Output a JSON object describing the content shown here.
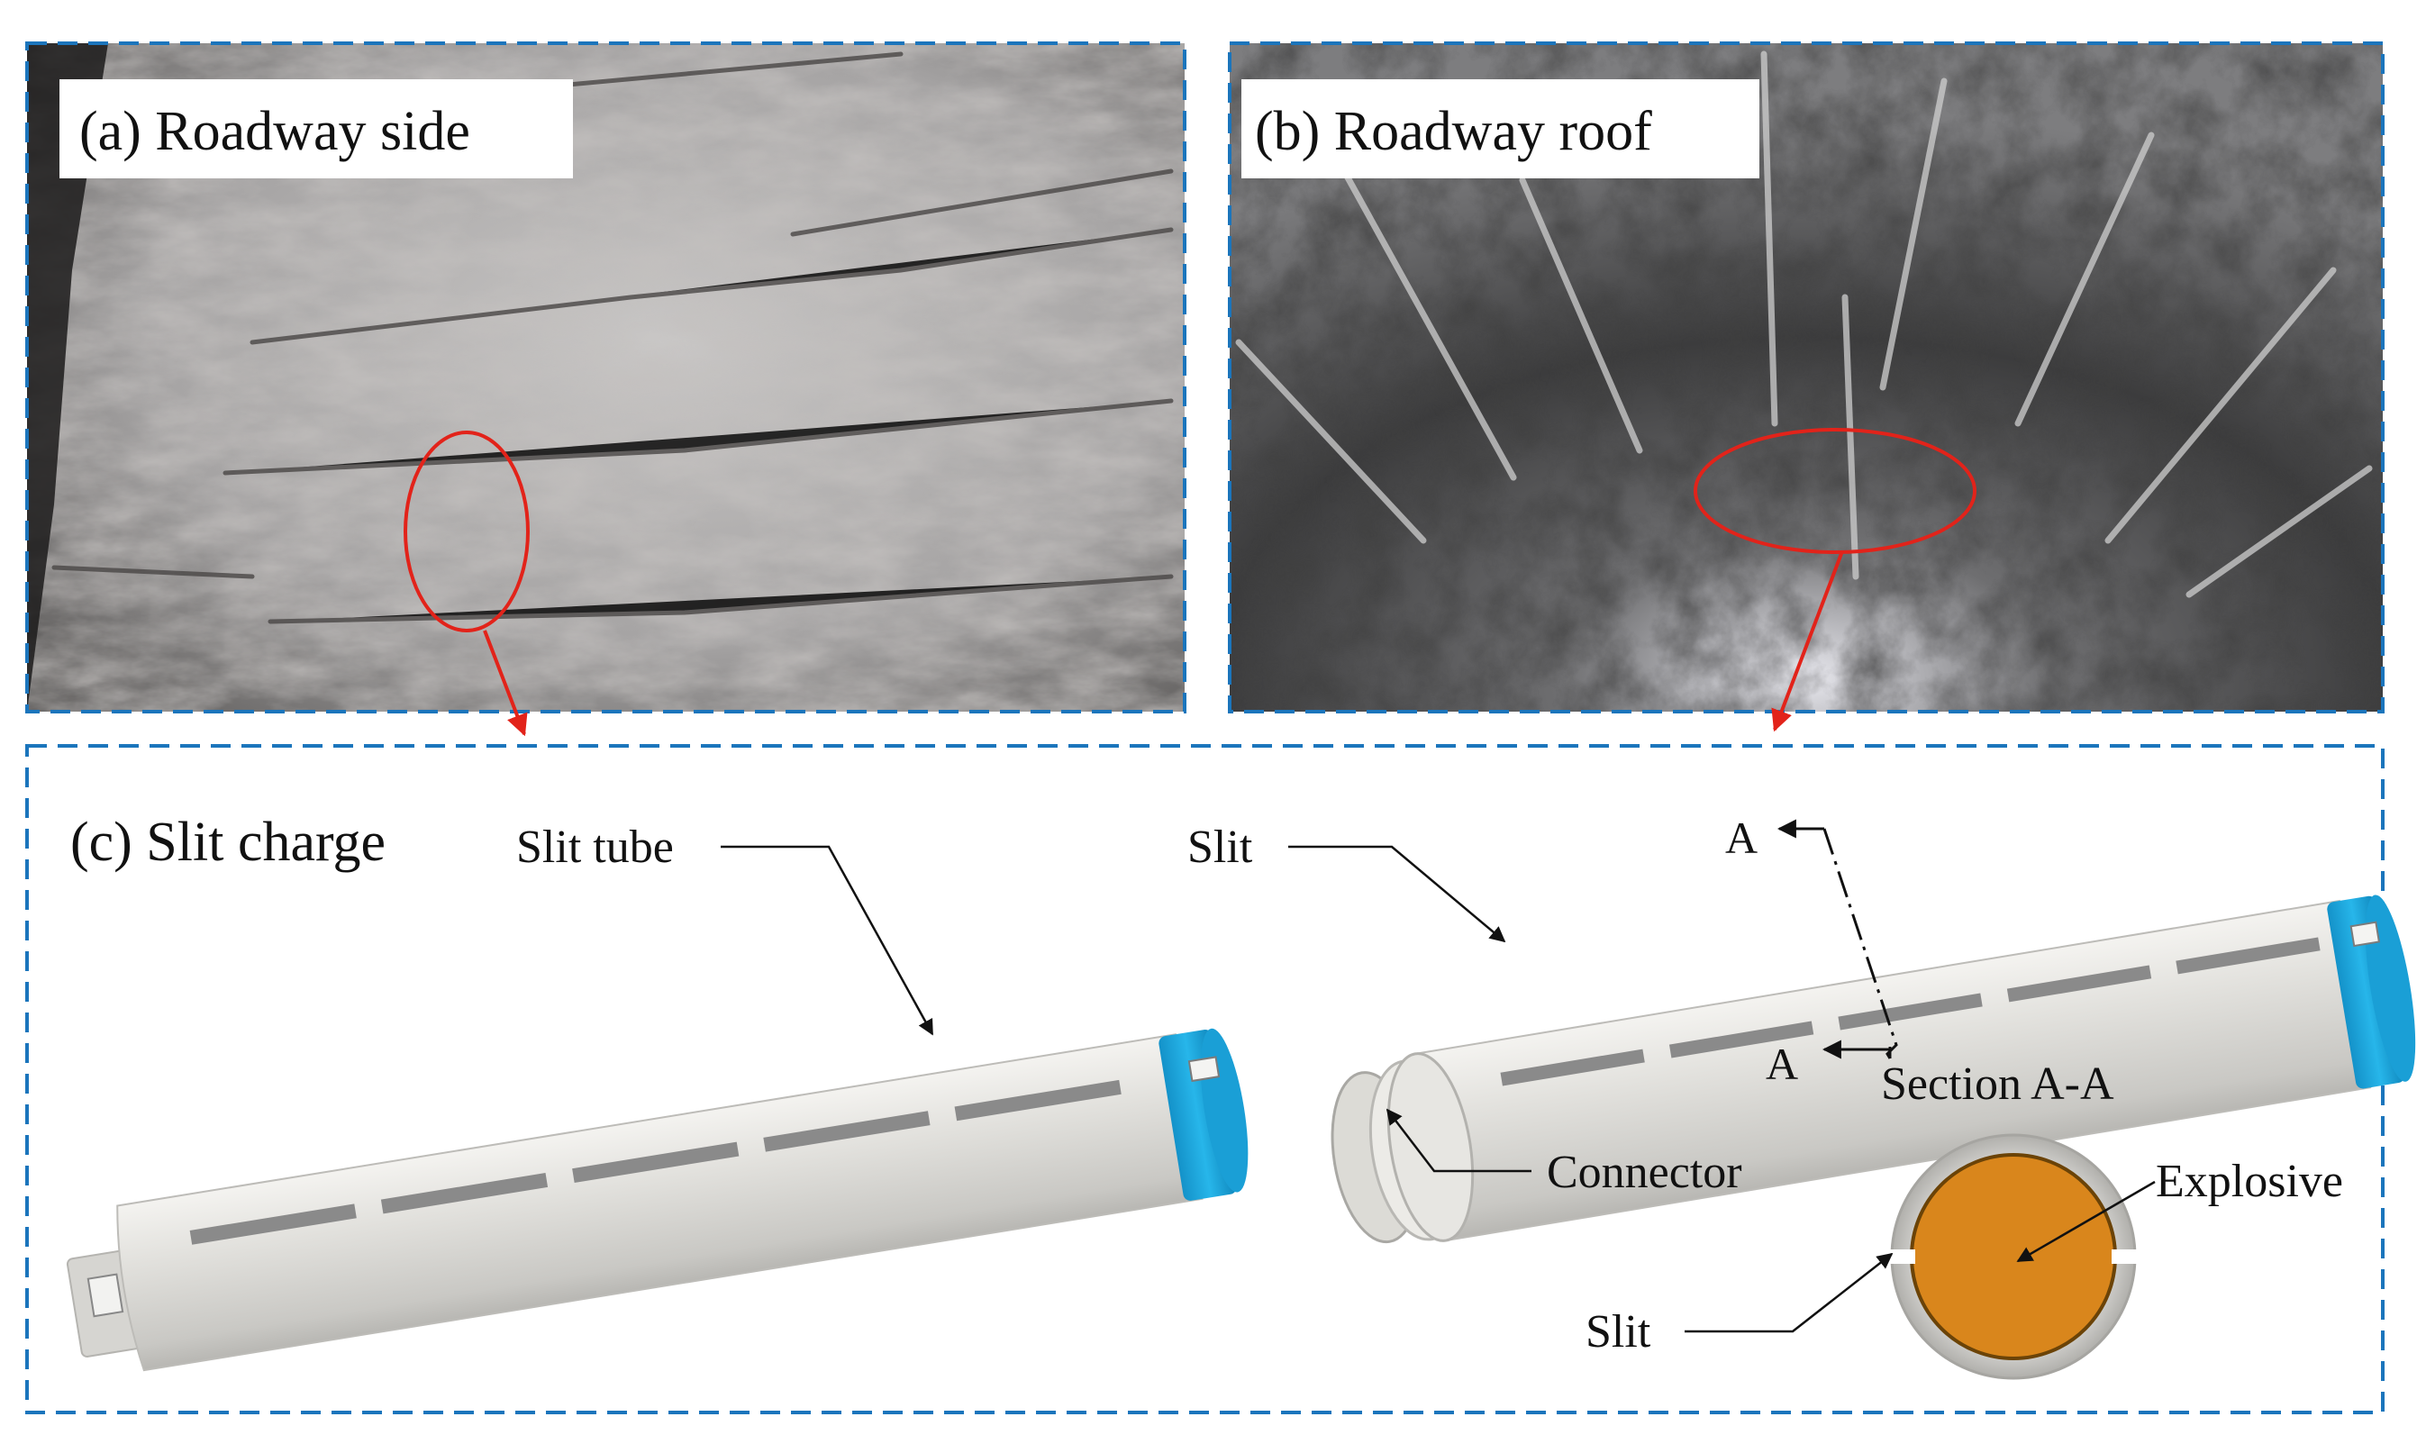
{
  "panels": {
    "a": {
      "caption": "(a) Roadway side"
    },
    "b": {
      "caption": "(b) Roadway roof"
    },
    "c": {
      "caption": "(c) Slit charge"
    }
  },
  "labels": {
    "slit_tube": "Slit tube",
    "slit_top": "Slit",
    "section_marker_top": "A",
    "section_marker_bottom": "A",
    "section_title": "Section A-A",
    "connector": "Connector",
    "explosive": "Explosive",
    "slit_bottom": "Slit"
  },
  "colors": {
    "frame_dash": "#1b75bc",
    "highlight_red": "#e2231a",
    "tube_body": "#dcdbd7",
    "tube_cap": "#21a8de",
    "explosive": "#d9861c",
    "slot": "#8a8a8a"
  }
}
